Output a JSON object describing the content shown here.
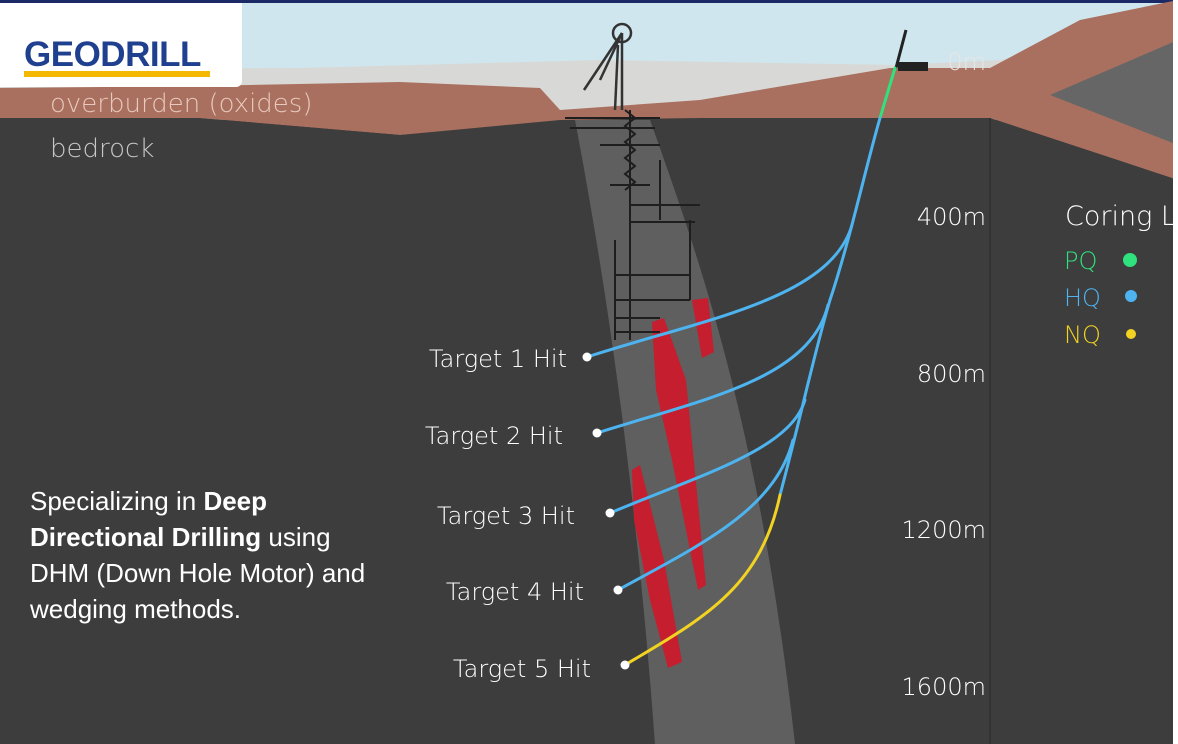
{
  "logo": {
    "text": "GEODRILL"
  },
  "layers": {
    "overburden": "overburden (oxides)",
    "bedrock": "bedrock"
  },
  "depths": [
    "0m",
    "400m",
    "800m",
    "1200m",
    "1600m"
  ],
  "targets": [
    "Target 1 Hit",
    "Target 2 Hit",
    "Target 3 Hit",
    "Target 4 Hit",
    "Target 5 Hit"
  ],
  "legend": {
    "title": "Coring L",
    "items": [
      {
        "label": "PQ",
        "color": "#2fe27d"
      },
      {
        "label": "HQ",
        "color": "#4db4f0"
      },
      {
        "label": "NQ",
        "color": "#f2d321"
      }
    ]
  },
  "caption": {
    "pre": "Specializing in ",
    "bold": "Deep Directional Drilling",
    "post": " using DHM (Down Hole Motor) and wedging methods."
  }
}
